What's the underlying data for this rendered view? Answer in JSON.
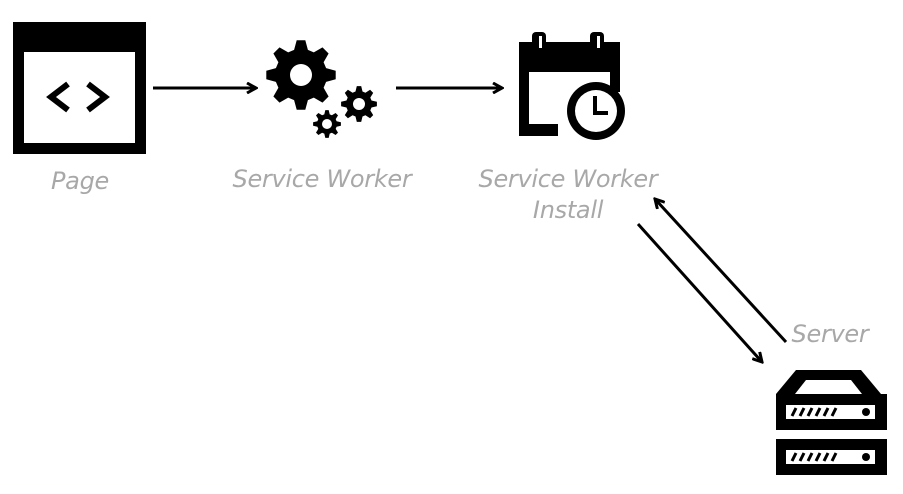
{
  "nodes": {
    "page": {
      "label": "Page",
      "icon": "code-window-icon"
    },
    "service_worker": {
      "label": "Service Worker",
      "icon": "gears-icon"
    },
    "service_worker_install": {
      "label_line1": "Service Worker",
      "label_line2": "Install",
      "icon": "calendar-clock-icon"
    },
    "server": {
      "label": "Server",
      "icon": "server-rack-icon"
    }
  },
  "edges": [
    {
      "from": "page",
      "to": "service_worker"
    },
    {
      "from": "service_worker",
      "to": "service_worker_install"
    },
    {
      "from": "service_worker_install",
      "to": "server"
    },
    {
      "from": "server",
      "to": "service_worker_install"
    }
  ],
  "colors": {
    "icon": "#000000",
    "label": "#a8a8a8",
    "background": "#ffffff"
  }
}
